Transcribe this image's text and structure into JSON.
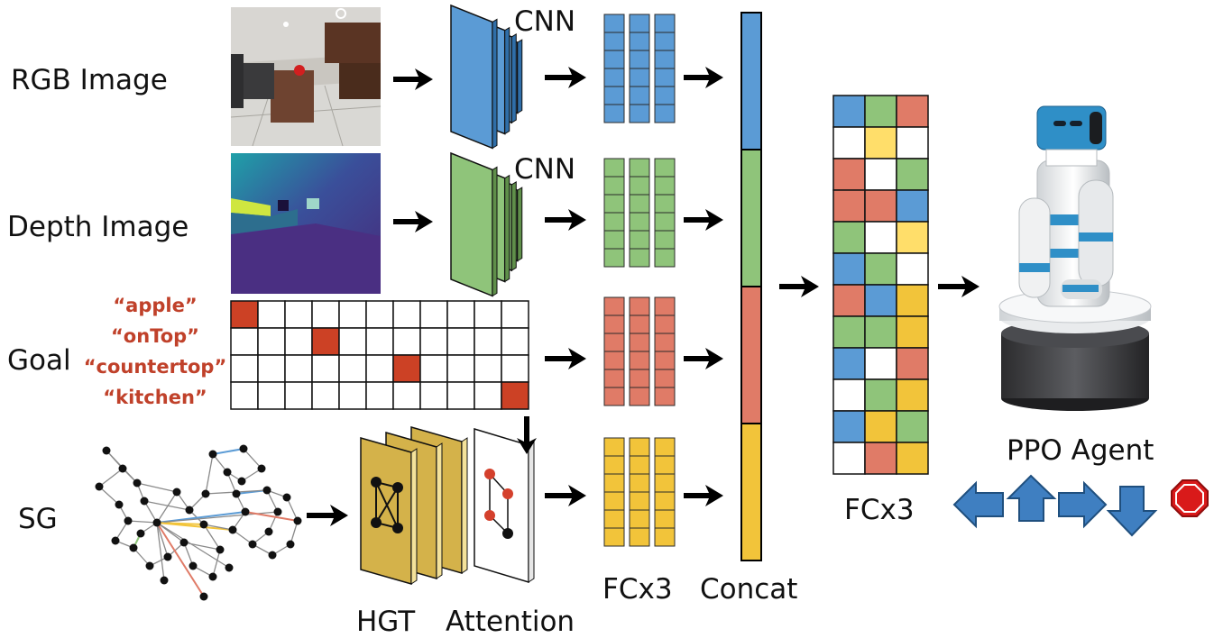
{
  "inputs": {
    "rgb_label": "RGB Image",
    "depth_label": "Depth Image",
    "goal_label": "Goal",
    "sg_label": "SG"
  },
  "goal_words": [
    "“apple”",
    "“onTop”",
    "“countertop”",
    "“kitchen”"
  ],
  "goal_grid": {
    "rows": 4,
    "cols": 11,
    "active": [
      [
        0,
        0
      ],
      [
        1,
        3
      ],
      [
        2,
        6
      ],
      [
        3,
        10
      ]
    ]
  },
  "encoders": {
    "cnn_rgb_label": "CNN",
    "cnn_depth_label": "CNN",
    "hgt_label": "HGT",
    "attention_label": "Attention"
  },
  "fc_label": "FCx3",
  "concat_label": "Concat",
  "fc_out_label": "FCx3",
  "agent_label": "PPO Agent",
  "colors": {
    "blue": "#5b9bd5",
    "green": "#8fc47a",
    "red": "#e07b67",
    "yellow": "#f2c43a",
    "paleyellow": "#ffde6a",
    "hgt": "#d4b24a",
    "goal_active": "#cc4125",
    "arrow_blue": "#3f7fc1",
    "stop_red": "#d91a1a"
  },
  "fc_out_grid": [
    [
      "blue",
      "green",
      "red"
    ],
    [
      "white",
      "paleyellow",
      "white"
    ],
    [
      "red",
      "white",
      "green"
    ],
    [
      "red",
      "red",
      "blue"
    ],
    [
      "green",
      "white",
      "paleyellow"
    ],
    [
      "blue",
      "green",
      "white"
    ],
    [
      "red",
      "blue",
      "yellow"
    ],
    [
      "green",
      "green",
      "yellow"
    ],
    [
      "blue",
      "white",
      "red"
    ],
    [
      "white",
      "green",
      "yellow"
    ],
    [
      "blue",
      "yellow",
      "green"
    ],
    [
      "white",
      "red",
      "yellow"
    ]
  ],
  "actions": [
    "left-arrow-icon",
    "up-arrow-icon",
    "right-arrow-icon",
    "down-arrow-icon",
    "stop-icon"
  ]
}
